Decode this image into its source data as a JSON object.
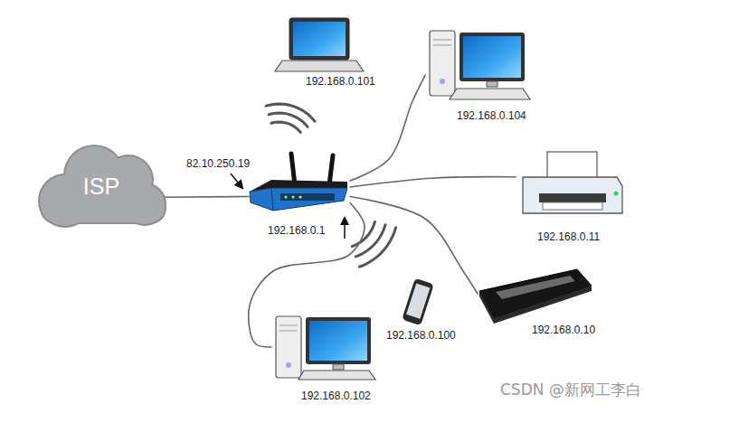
{
  "diagram": {
    "nodes": [
      {
        "text": [
          "ISP"
        ]
      },
      {
        "text": [
          "82.10.250.19",
          "192.168.0.1"
        ]
      },
      {
        "text": [
          "192.168.0.101"
        ]
      },
      {
        "text": [
          "192.168.0.104"
        ]
      },
      {
        "text": [
          "192.168.0.11"
        ]
      },
      {
        "text": [
          "192.168.0.10"
        ]
      },
      {
        "text": [
          "192.168.0.100"
        ]
      },
      {
        "text": [
          "192.168.0.102"
        ]
      }
    ],
    "edges": [
      {
        "from": 0,
        "to": 1,
        "arrow": "none"
      },
      {
        "from": 1,
        "to": 2,
        "arrow": "none"
      },
      {
        "from": 1,
        "to": 3,
        "arrow": "none"
      },
      {
        "from": 1,
        "to": 4,
        "arrow": "none"
      },
      {
        "from": 1,
        "to": 5,
        "arrow": "none"
      },
      {
        "from": 1,
        "to": 6,
        "arrow": "none"
      },
      {
        "from": 1,
        "to": 7,
        "arrow": "none"
      }
    ],
    "labels": [
      "CSDN @新网工李白"
    ]
  }
}
